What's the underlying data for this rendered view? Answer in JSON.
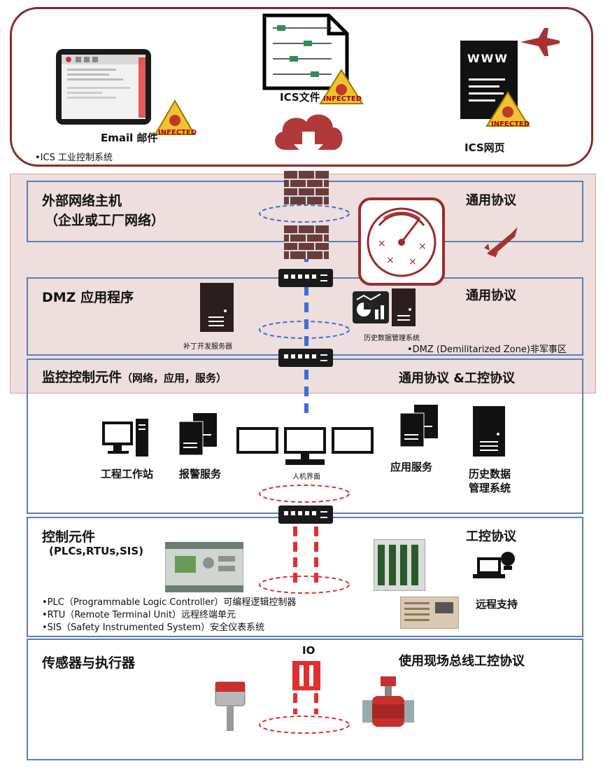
{
  "threats": {
    "email_label": "Email 邮件",
    "ics_file_label": "ICS文件",
    "web_label": "ICS网页",
    "infected_badge": "INFECTED",
    "www_text": "WWW",
    "ics_system_note": "•ICS 工业控制系统"
  },
  "layers": {
    "external": {
      "title": "外部网络主机",
      "subtitle": "（企业或工厂网络）",
      "protocol": "通用协议"
    },
    "dmz": {
      "title": "DMZ 应用程序",
      "protocol": "通用协议",
      "patch_server": "补丁开发服务器",
      "history_system": "历史数据管理系统",
      "note": "•DMZ (Demilitarized Zone)非军事区"
    },
    "supervisory": {
      "title": "监控控制元件",
      "title_suffix": "（网络，应用，服务）",
      "protocol": "通用协议 &工控协议",
      "workstation": "工程工作站",
      "alarm_service": "报警服务",
      "hmi": "人机界面",
      "app_service": "应用服务",
      "history_line1": "历史数据",
      "history_line2": "管理系统"
    },
    "control": {
      "title": "控制元件",
      "subtitle": "(PLCs,RTUs,SIS)",
      "protocol": "工控协议",
      "remote_support": "远程支持",
      "notes": [
        "•PLC（Programmable Logic Controller）可编程逻辑控制器",
        "•RTU（Remote Terminal Unit）远程终端单元",
        "•SIS（Safety Instrumented System）安全仪表系统"
      ]
    },
    "field": {
      "title": "传感器与执行器",
      "protocol": "使用现场总线工控协议",
      "io_label": "IO"
    }
  },
  "colors": {
    "threat_border": "#8b2a2a",
    "layer_border": "#5a7fb5",
    "blue_dash": "#3a6fd8",
    "red_dash": "#e03030",
    "dark_red": "#9b2b2b"
  }
}
